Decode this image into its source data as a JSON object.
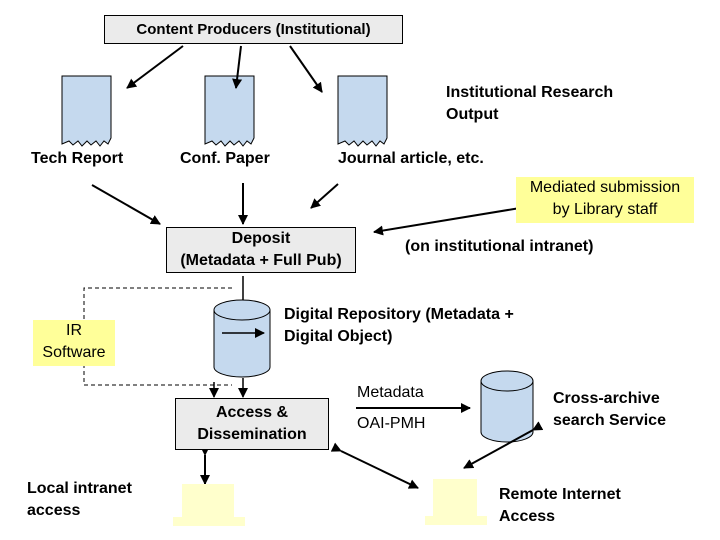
{
  "producers_box": "Content Producers (Institutional)",
  "institutional_output": "Institutional Research Output",
  "doc_labels": {
    "tech_report": "Tech Report",
    "conf_paper": "Conf. Paper",
    "journal_article": "Journal article, etc."
  },
  "mediated": {
    "line1": "Mediated submission",
    "line2": "by Library staff"
  },
  "deposit": {
    "line1": "Deposit",
    "line2": "(Metadata + Full Pub)"
  },
  "intranet_note": "(on institutional intranet)",
  "ir_software": {
    "line1": "IR",
    "line2": "Software"
  },
  "digital_repository": {
    "line1": "Digital Repository (Metadata +",
    "line2": "Digital Object)"
  },
  "access": {
    "line1": "Access &",
    "line2": "Dissemination"
  },
  "metadata_label": "Metadata",
  "oai_label": "OAI-PMH",
  "cross_archive": {
    "line1": "Cross-archive",
    "line2": "search Service"
  },
  "local_access": {
    "line1": "Local intranet",
    "line2": "access"
  },
  "remote_access": {
    "line1": "Remote Internet",
    "line2": "Access"
  },
  "colors": {
    "box_gray": "#ebebeb",
    "doc_fill": "#c5d9ee",
    "highlight": "#ffff99",
    "computer": "#ffffcc"
  }
}
